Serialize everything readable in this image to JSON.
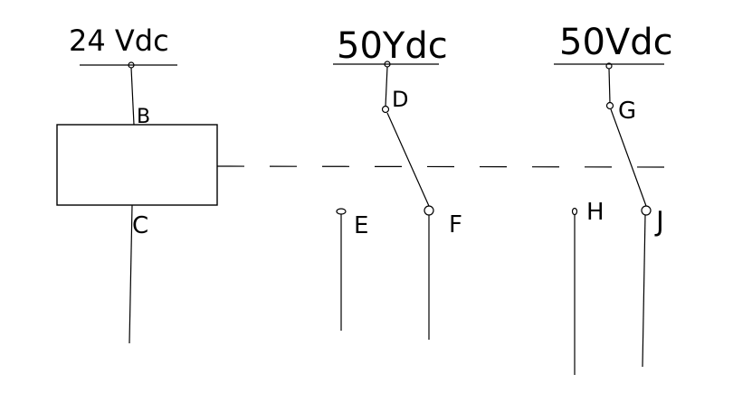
{
  "supplies": {
    "coil": "24 Vdc",
    "contact1": "50Ydc",
    "contact2": "50Vdc"
  },
  "terminals": {
    "B": "B",
    "C": "C",
    "D": "D",
    "E": "E",
    "F": "F",
    "G": "G",
    "H": "H",
    "J": "J"
  }
}
